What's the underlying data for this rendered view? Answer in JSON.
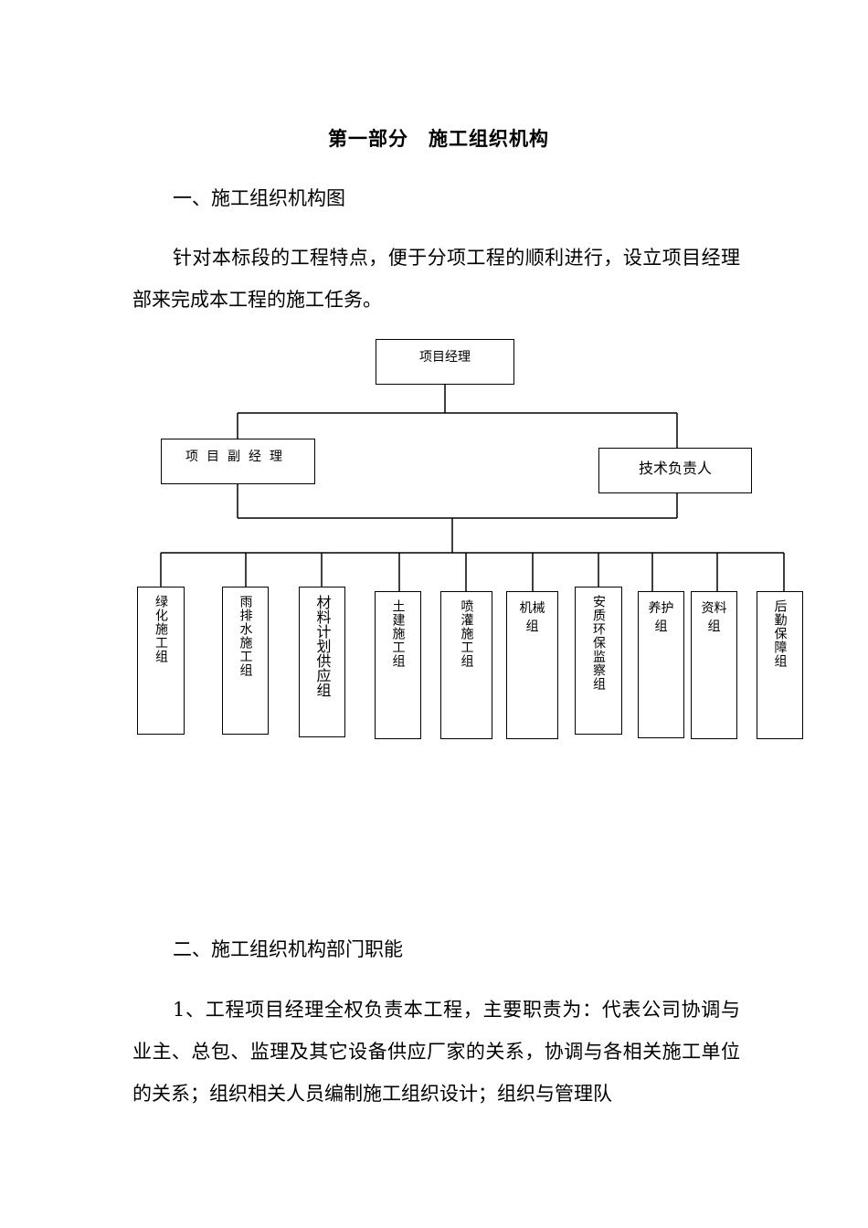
{
  "title": "第一部分　施工组织机构",
  "section1": {
    "heading": "一、施工组织机构图",
    "paragraph": "针对本标段的工程特点，便于分项工程的顺利进行，设立项目经理部来完成本工程的施工任务。"
  },
  "org_chart": {
    "top": "项目经理",
    "deputy": "项目副经理",
    "tech": "技术负责人",
    "groups": [
      "绿化施工组",
      "雨排水施工组",
      "材料计划供应组",
      "土建施工组",
      "喷灌施工组",
      "机械组",
      "安质环保监察组",
      "养护组",
      "资料组",
      "后勤保障组"
    ]
  },
  "section2": {
    "heading": "二、施工组织机构部门职能",
    "paragraph": "1、工程项目经理全权负责本工程，主要职责为：代表公司协调与业主、总包、监理及其它设备供应厂家的关系，协调与各相关施工单位的关系；组织相关人员编制施工组织设计；组织与管理队"
  }
}
